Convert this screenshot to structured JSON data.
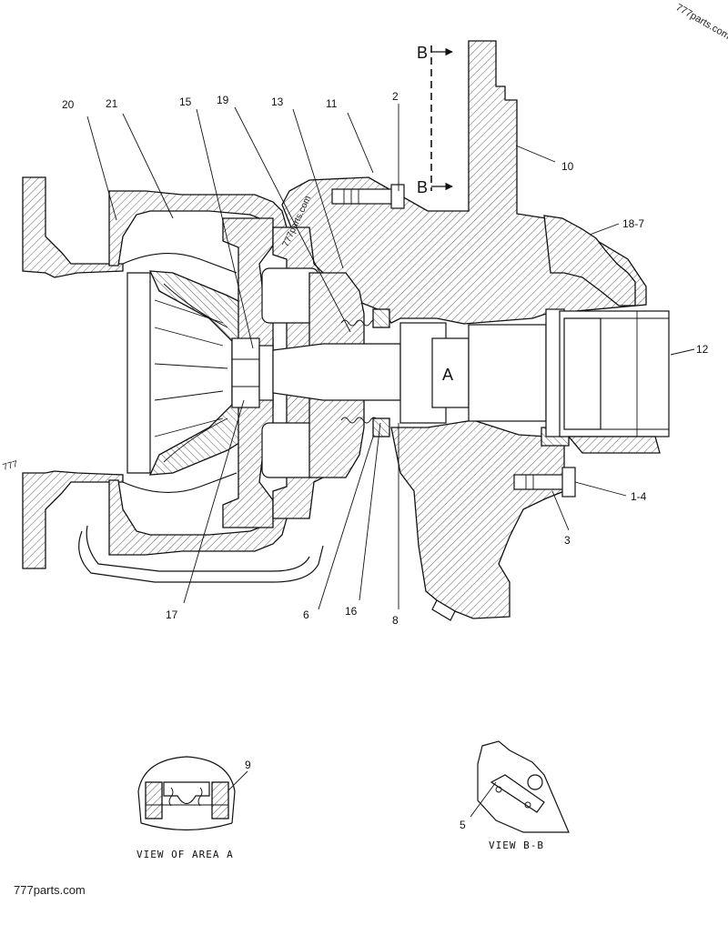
{
  "watermarks": {
    "top_right": "777parts.com",
    "center": "777parts.com",
    "left_edge": "777",
    "bottom_left": "777parts.com"
  },
  "section_marks": {
    "top": "B",
    "bottom": "B",
    "detail_label": "A"
  },
  "callouts": [
    {
      "id": "c20",
      "text": "20"
    },
    {
      "id": "c21",
      "text": "21"
    },
    {
      "id": "c15",
      "text": "15"
    },
    {
      "id": "c19",
      "text": "19"
    },
    {
      "id": "c13",
      "text": "13"
    },
    {
      "id": "c11",
      "text": "11"
    },
    {
      "id": "c2",
      "text": "2"
    },
    {
      "id": "c10",
      "text": "10"
    },
    {
      "id": "c18_7",
      "text": "18-7"
    },
    {
      "id": "c12",
      "text": "12"
    },
    {
      "id": "c1_4",
      "text": "1-4"
    },
    {
      "id": "c3",
      "text": "3"
    },
    {
      "id": "c17",
      "text": "17"
    },
    {
      "id": "c6",
      "text": "6"
    },
    {
      "id": "c16",
      "text": "16"
    },
    {
      "id": "c8",
      "text": "8"
    },
    {
      "id": "c9",
      "text": "9"
    },
    {
      "id": "c5",
      "text": "5"
    }
  ],
  "captions": {
    "view_a": "VIEW OF AREA A",
    "view_bb": "VIEW B-B"
  }
}
